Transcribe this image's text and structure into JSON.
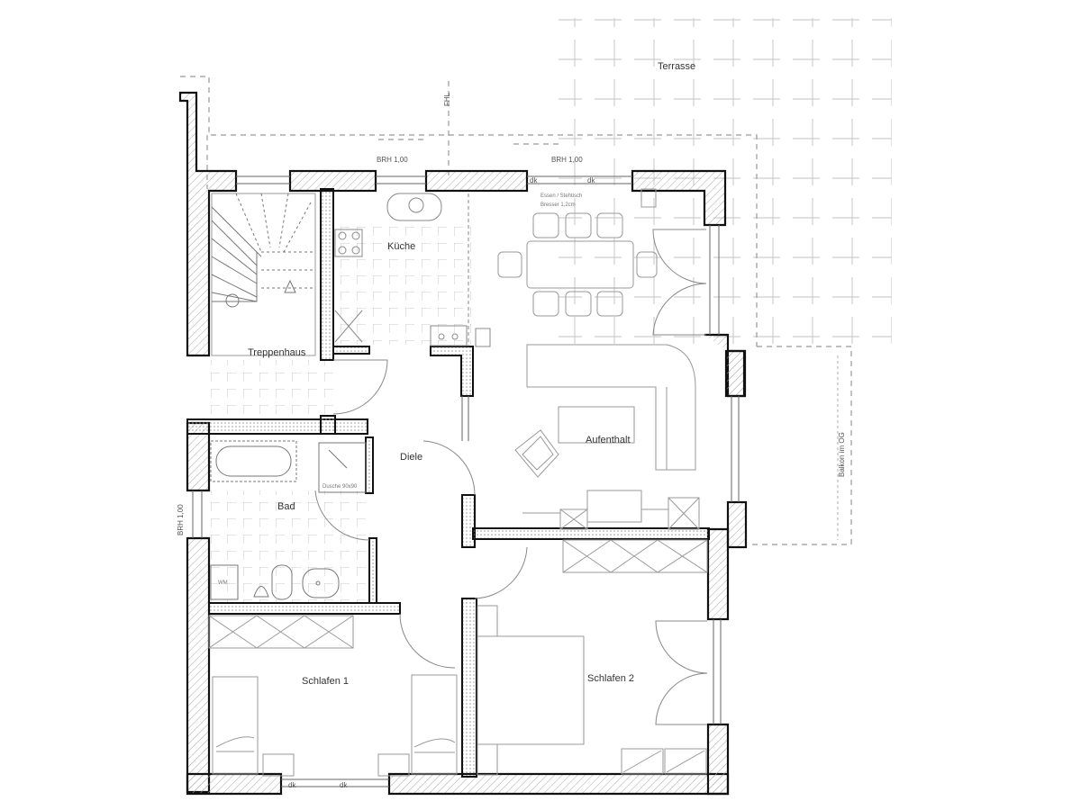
{
  "plan": {
    "rooms": [
      {
        "id": "terrasse",
        "label": "Terrasse"
      },
      {
        "id": "kueche",
        "label": "Küche"
      },
      {
        "id": "treppenhaus",
        "label": "Treppenhaus"
      },
      {
        "id": "diele",
        "label": "Diele"
      },
      {
        "id": "bad",
        "label": "Bad"
      },
      {
        "id": "aufenthalt",
        "label": "Aufenthalt"
      },
      {
        "id": "schlafen1",
        "label": "Schlafen 1"
      },
      {
        "id": "schlafen2",
        "label": "Schlafen 2"
      }
    ],
    "annotations": {
      "brh_left": "BRH 1,00",
      "brh_right": "BRH 1,00",
      "brh_bath": "BRH 1,00",
      "fhl": "FHL",
      "balkon": "Balkon im OG",
      "dk": "dk",
      "dining_note_1": "Essen / Stehtisch",
      "dining_note_2": "Bresser 1,2cm",
      "shower_note": "Dusche 90x90",
      "wm": "WM"
    }
  }
}
